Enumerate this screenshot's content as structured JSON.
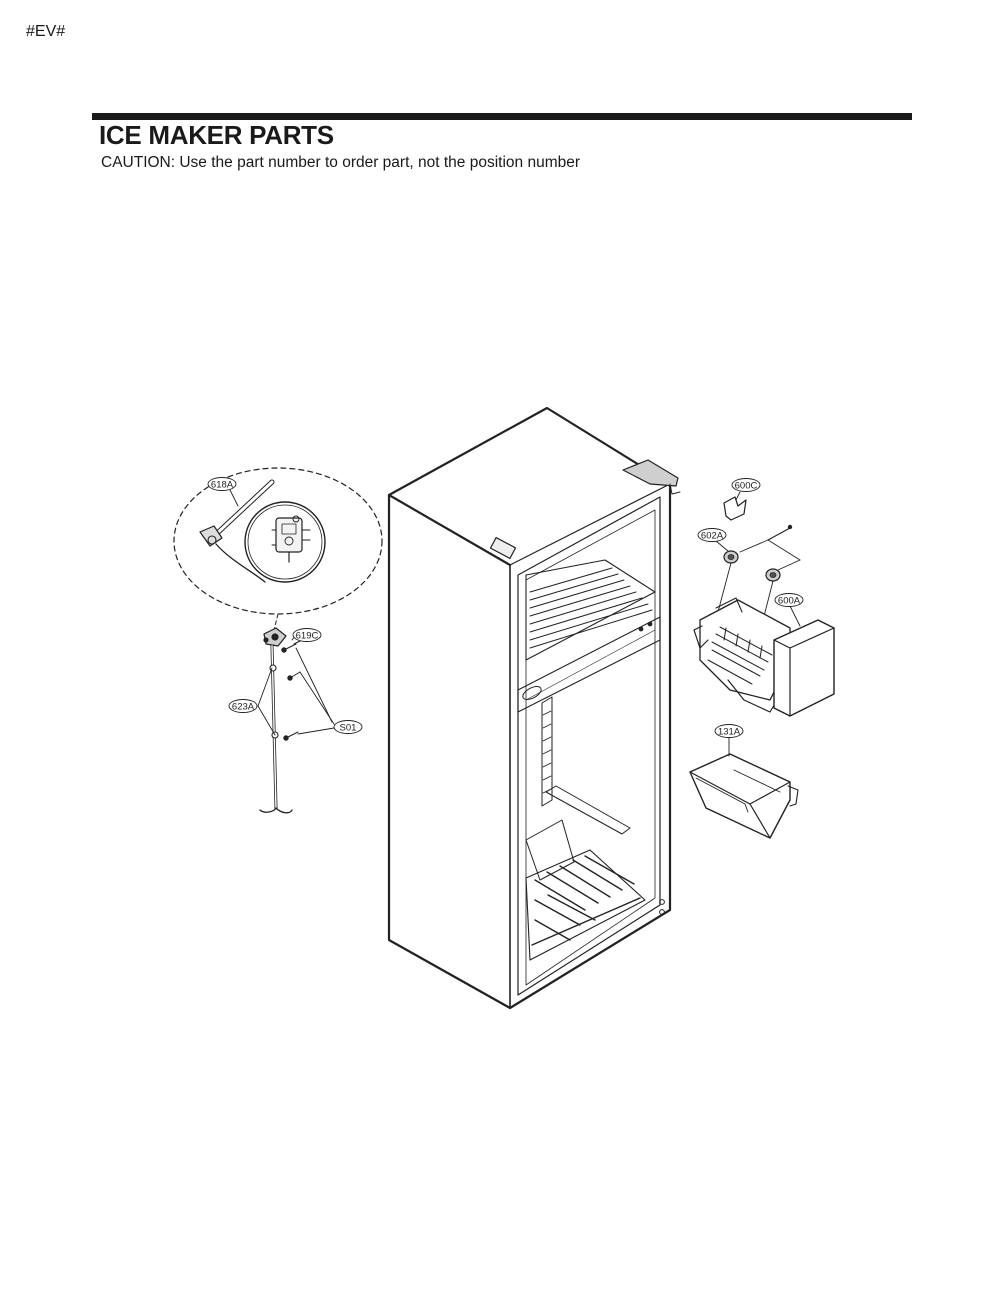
{
  "header": {
    "code": "#EV#",
    "title": "ICE MAKER PARTS",
    "caution": "CAUTION: Use the part number to order part, not the position number"
  },
  "callouts": [
    {
      "id": "618A"
    },
    {
      "id": "619C"
    },
    {
      "id": "623A"
    },
    {
      "id": "S01"
    },
    {
      "id": "600C"
    },
    {
      "id": "602A"
    },
    {
      "id": "600A"
    },
    {
      "id": "131A"
    }
  ]
}
